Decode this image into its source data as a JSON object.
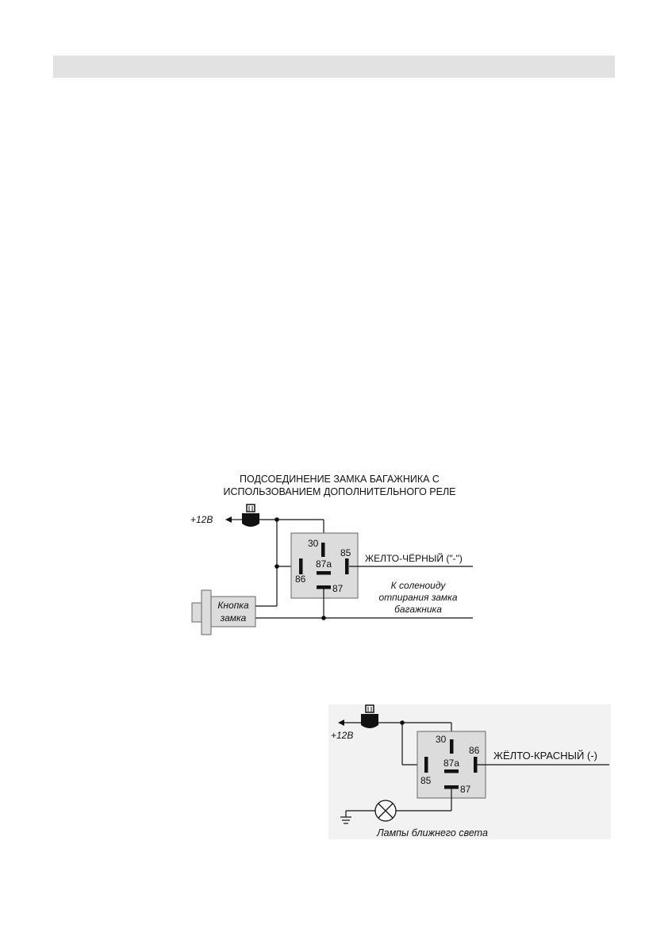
{
  "header": {
    "band_color": "#e2e2e2"
  },
  "diagram1": {
    "title_line1": "ПОДСОЕДИНЕНИЕ ЗАМКА БАГАЖНИКА С",
    "title_line2": "ИСПОЛЬЗОВАНИЕМ ДОПОЛНИТЕЛЬНОГО РЕЛЕ",
    "supply_label": "+12В",
    "pins": {
      "p30": "30",
      "p85": "85",
      "p87a": "87a",
      "p86": "86",
      "p87": "87"
    },
    "wire_label": "ЖЕЛТО-ЧЁРНЫЙ (\"-\")",
    "button_line1": "Кнопка",
    "button_line2": "замка",
    "solenoid_line1": "К соленоиду",
    "solenoid_line2": "отпирания замка",
    "solenoid_line3": "багажника"
  },
  "diagram2": {
    "supply_label": "+12В",
    "pins": {
      "p30": "30",
      "p86": "86",
      "p87a": "87a",
      "p85": "85",
      "p87": "87"
    },
    "wire_label": "ЖЁЛТО-КРАСНЫЙ (-)",
    "lamp_label": "Лампы ближнего света"
  },
  "colors": {
    "relay_fill": "#dcdcdc",
    "background2": "#f2f2f2",
    "line": "#111111"
  }
}
